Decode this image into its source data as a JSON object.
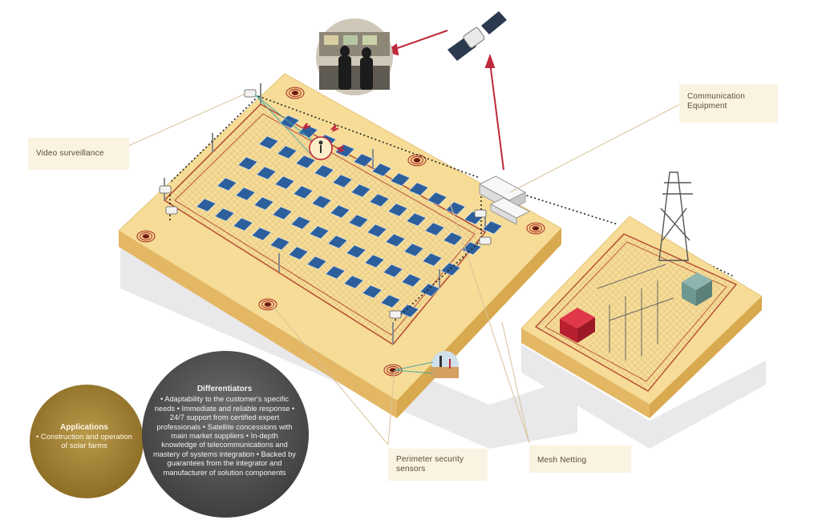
{
  "callouts": {
    "video_surveillance": "Video surveillance",
    "communication_equipment": "Communication Equipment",
    "perimeter_security_sensors": "Perimeter security sensors",
    "mesh_netting": "Mesh Netting"
  },
  "applications": {
    "title": "Applications",
    "body": "• Construction and operation of solar farms"
  },
  "differentiators": {
    "title": "Differentiators",
    "body": "• Adaptability to the customer's specific needs • Immediate and reliable response • 24/7 support from certified expert professionals • Satellite concessions with main market suppliers • In-depth knowledge of telecommunications and mastery of systems integration • Backed by guarantees from the integrator and manufacturer of solution components"
  },
  "colors": {
    "platform_top": "#f6dc96",
    "platform_side": "#e3b764",
    "fence": "#b3402f",
    "panel": "#2d5f9c",
    "signal": "#c0283b",
    "applications_circle": "#a88a3c",
    "differentiators_circle": "#5d5d5d"
  }
}
